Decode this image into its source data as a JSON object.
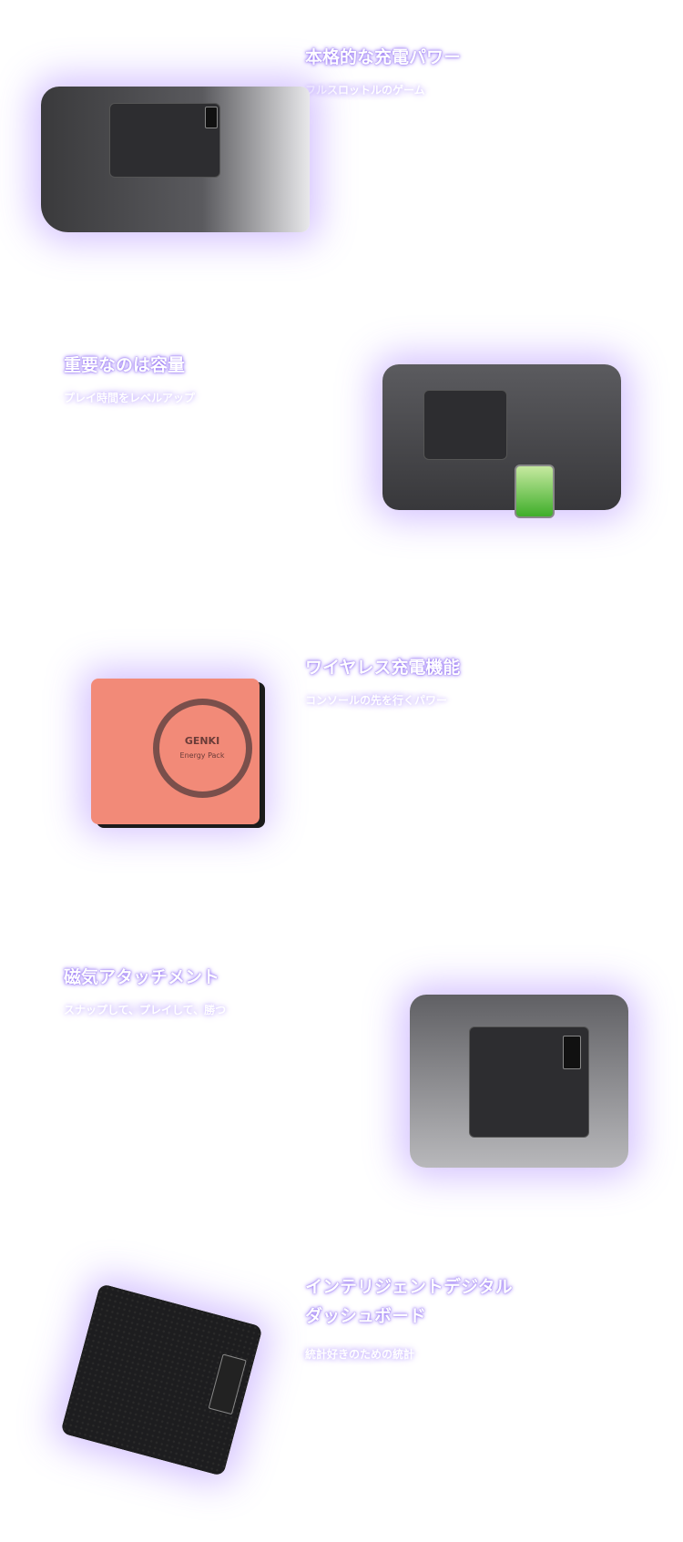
{
  "sections": [
    {
      "title": "本格的な充電パワー",
      "subtitle": "フルスロットルのゲーム"
    },
    {
      "title": "重要なのは容量",
      "subtitle": "プレイ時間をレベルアップ"
    },
    {
      "title": "ワイヤレス充電機能",
      "subtitle": "コンソールの先を行くパワー",
      "product_brand": "GENKI",
      "product_name": "Energy Pack"
    },
    {
      "title": "磁気アタッチメント",
      "subtitle": "スナップして、プレイして、勝つ"
    },
    {
      "title_line1": "インテリジェントデジタル",
      "title_line2": "ダッシュボード",
      "subtitle": "統計好きのための統計"
    }
  ]
}
